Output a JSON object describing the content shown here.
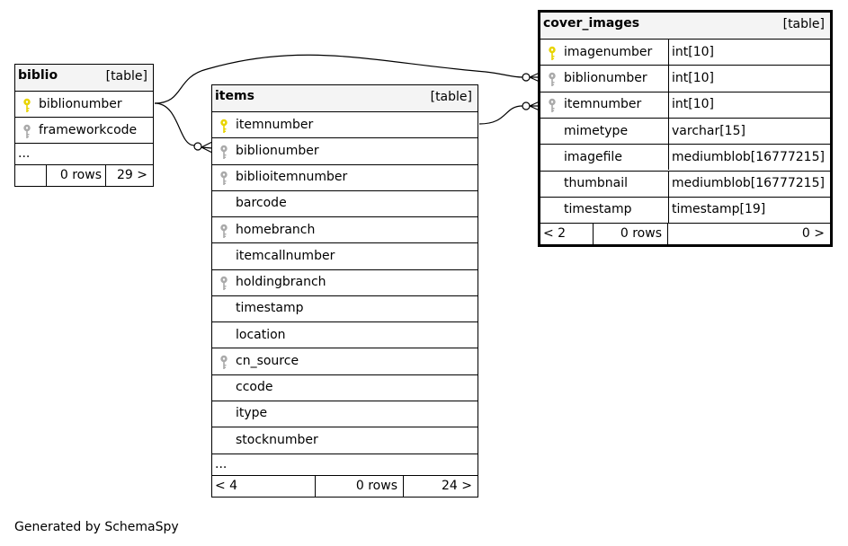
{
  "footer": "Generated by SchemaSpy",
  "colors": {
    "primary_key": "#e8d400",
    "foreign_key": "#aaaaaa",
    "header_bg": "#f4f4f4"
  },
  "tables": {
    "biblio": {
      "name": "biblio",
      "kind": "[table]",
      "columns": [
        {
          "name": "biblionumber",
          "key": "primary"
        },
        {
          "name": "frameworkcode",
          "key": "index"
        }
      ],
      "more": "...",
      "footer": {
        "parents": "",
        "rows": "0 rows",
        "children": "29 >"
      }
    },
    "items": {
      "name": "items",
      "kind": "[table]",
      "columns": [
        {
          "name": "itemnumber",
          "key": "primary"
        },
        {
          "name": "biblionumber",
          "key": "index"
        },
        {
          "name": "biblioitemnumber",
          "key": "index"
        },
        {
          "name": "barcode",
          "key": ""
        },
        {
          "name": "homebranch",
          "key": "index"
        },
        {
          "name": "itemcallnumber",
          "key": ""
        },
        {
          "name": "holdingbranch",
          "key": "index"
        },
        {
          "name": "timestamp",
          "key": ""
        },
        {
          "name": "location",
          "key": ""
        },
        {
          "name": "cn_source",
          "key": "index"
        },
        {
          "name": "ccode",
          "key": ""
        },
        {
          "name": "itype",
          "key": ""
        },
        {
          "name": "stocknumber",
          "key": ""
        }
      ],
      "more": "...",
      "footer": {
        "parents": "< 4",
        "rows": "0 rows",
        "children": "24 >"
      }
    },
    "cover_images": {
      "name": "cover_images",
      "kind": "[table]",
      "columns": [
        {
          "name": "imagenumber",
          "type": "int[10]",
          "key": "primary"
        },
        {
          "name": "biblionumber",
          "type": "int[10]",
          "key": "index"
        },
        {
          "name": "itemnumber",
          "type": "int[10]",
          "key": "index"
        },
        {
          "name": "mimetype",
          "type": "varchar[15]",
          "key": ""
        },
        {
          "name": "imagefile",
          "type": "mediumblob[16777215]",
          "key": ""
        },
        {
          "name": "thumbnail",
          "type": "mediumblob[16777215]",
          "key": ""
        },
        {
          "name": "timestamp",
          "type": "timestamp[19]",
          "key": ""
        }
      ],
      "footer": {
        "parents": "< 2",
        "rows": "0 rows",
        "children": "0 >"
      }
    }
  }
}
